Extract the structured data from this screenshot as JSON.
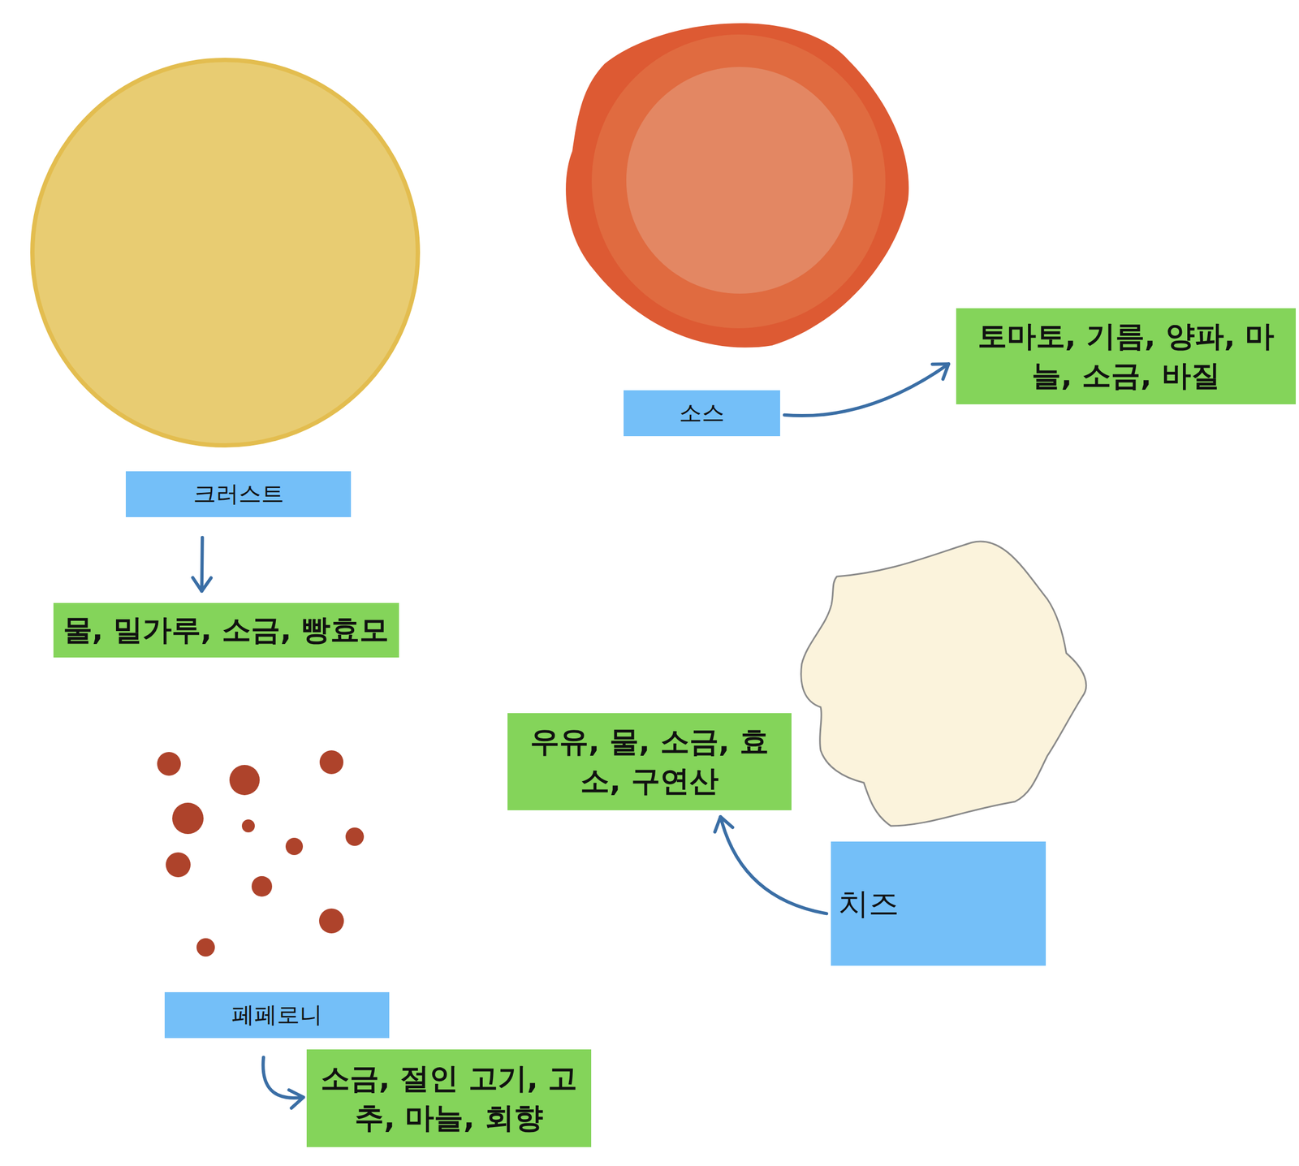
{
  "diagram": {
    "nodes": [
      {
        "text": [
          "토마토, 기름, 양파, 마늘, 소금, 바질"
        ]
      },
      {
        "text": [
          "소스"
        ]
      },
      {
        "text": [
          "크러스트"
        ]
      },
      {
        "text": [
          "물, 밀가루, 소금, 빵효모"
        ]
      },
      {
        "text": [
          "우유, 물, 소금, 효소, 구연산"
        ]
      },
      {
        "text": [
          "치즈"
        ]
      },
      {
        "text": [
          "페페로니"
        ]
      },
      {
        "text": [
          "소금, 절인 고기, 고추, 마늘, 회향"
        ]
      }
    ],
    "edges": [
      {
        "from": 1,
        "to": 0,
        "arrow": "to"
      },
      {
        "from": 2,
        "to": 3,
        "arrow": "to"
      },
      {
        "from": 5,
        "to": 4,
        "arrow": "to"
      },
      {
        "from": 6,
        "to": 7,
        "arrow": "to"
      }
    ]
  }
}
